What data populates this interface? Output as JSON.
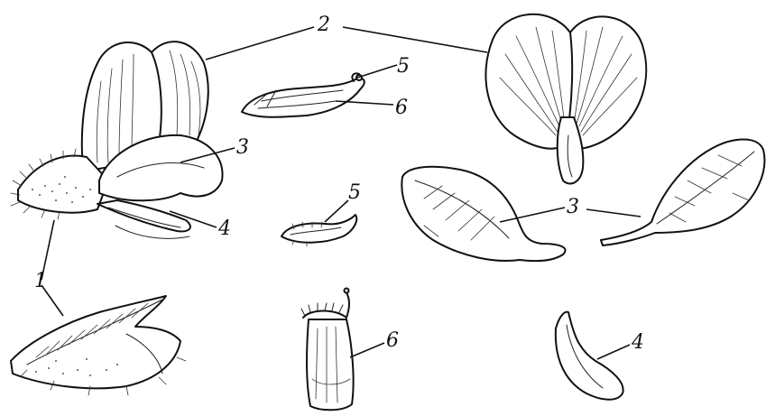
{
  "labels": {
    "calyx": "1",
    "standard": "2",
    "wing": "3",
    "keel": "4",
    "pistil": "5",
    "stamens": "6"
  },
  "colors": {
    "ink": "#111111",
    "paper": "#ffffff"
  }
}
